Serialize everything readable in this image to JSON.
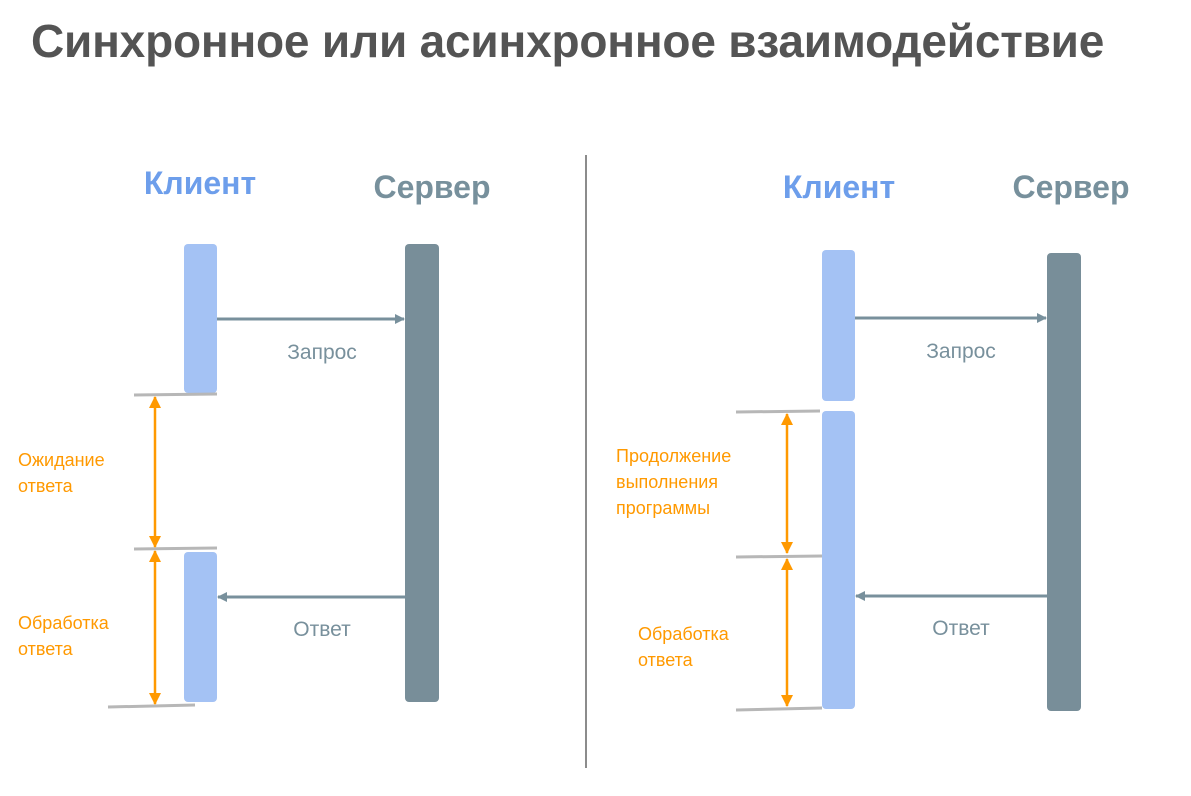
{
  "title": "Синхронное или асинхронное взаимодействие",
  "colors": {
    "title": "#545454",
    "client": "#6d9eeb",
    "client_bar": "#a4c2f4",
    "server": "#77909c",
    "server_bar": "#788e99",
    "arrow": "#78909c",
    "annotation": "#ff9900",
    "guide_line": "#b7b7b7",
    "divider": "#666666"
  },
  "sync": {
    "client_label": "Клиент",
    "server_label": "Сервер",
    "request_label": "Запрос",
    "response_label": "Ответ",
    "wait_line1": "Ожидание",
    "wait_line2": "ответа",
    "process_line1": "Обработка",
    "process_line2": "ответа"
  },
  "async": {
    "client_label": "Клиент",
    "server_label": "Сервер",
    "request_label": "Запрос",
    "response_label": "Ответ",
    "continue_line1": "Продолжение",
    "continue_line2": "выполнения",
    "continue_line3": "программы",
    "process_line1": "Обработка",
    "process_line2": "ответа"
  }
}
